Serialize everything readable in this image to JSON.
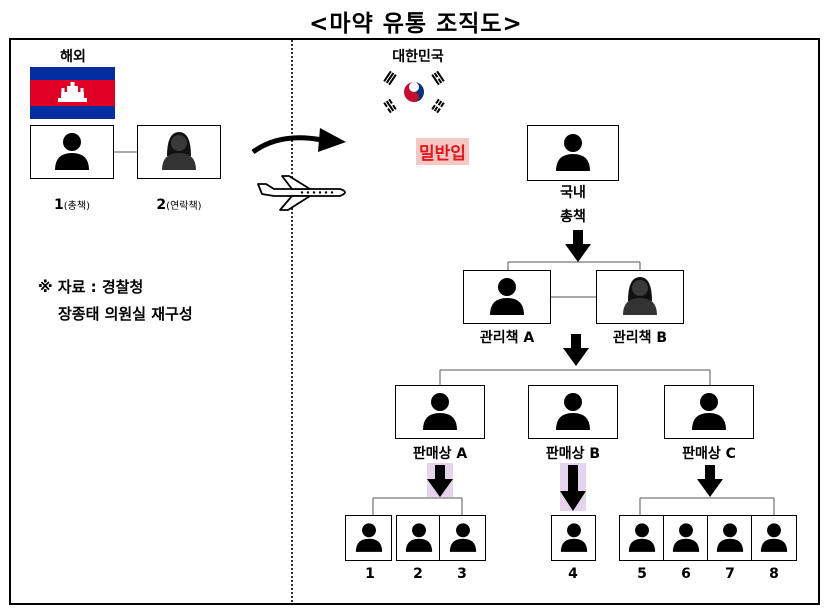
{
  "title": "<마약 유통 조직도>",
  "overseas": {
    "label": "해외",
    "members": [
      {
        "num": "1",
        "role": "(총책)"
      },
      {
        "num": "2",
        "role": "(연락책)"
      }
    ]
  },
  "korea": {
    "label": "대한민국",
    "smuggling": "밀반입",
    "chief": {
      "line1": "국내",
      "line2": "총책"
    },
    "managers": [
      "관리책 A",
      "관리책 B"
    ],
    "dealers": [
      "판매상 A",
      "판매상 B",
      "판매상 C"
    ],
    "buyers": [
      "1",
      "2",
      "3",
      "4",
      "5",
      "6",
      "7",
      "8"
    ]
  },
  "source": {
    "line1": "※ 자료 : 경찰청",
    "line2": "장종태 의원실 재구성"
  },
  "colors": {
    "smuggling_text": "#e8141c",
    "smuggling_bg": "#f4c9c4",
    "highlight": "#e6d3ee",
    "flag_blue": "#032ea1",
    "flag_red": "#e00025"
  }
}
